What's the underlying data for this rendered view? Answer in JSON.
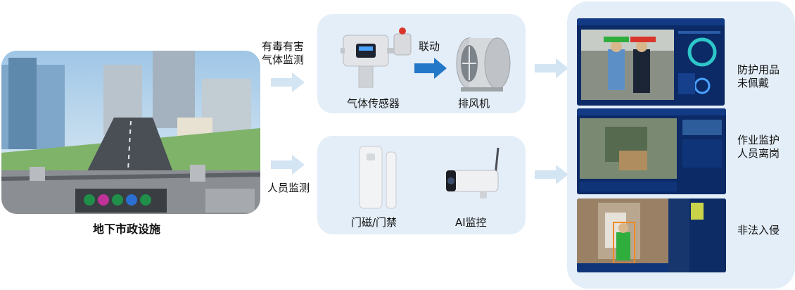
{
  "left": {
    "caption": "地下市政设施"
  },
  "flow_labels": {
    "gas_line1": "有毒有害",
    "gas_line2": "气体监测",
    "person": "人员监测",
    "linkage": "联动"
  },
  "devices": {
    "gas_sensor": "气体传感器",
    "fan": "排风机",
    "door_sensor": "门磁/门禁",
    "ai_camera": "AI监控"
  },
  "results": [
    {
      "line1": "防护用品",
      "line2": "未佩戴"
    },
    {
      "line1": "作业监护",
      "line2": "人员离岗"
    },
    {
      "line1": "非法入侵",
      "line2": ""
    }
  ],
  "colors": {
    "panel": "#e4eef8",
    "arrow_light": "#d3e4f3",
    "arrow_dark": "#2478c8",
    "screen": "#0b2a66"
  }
}
